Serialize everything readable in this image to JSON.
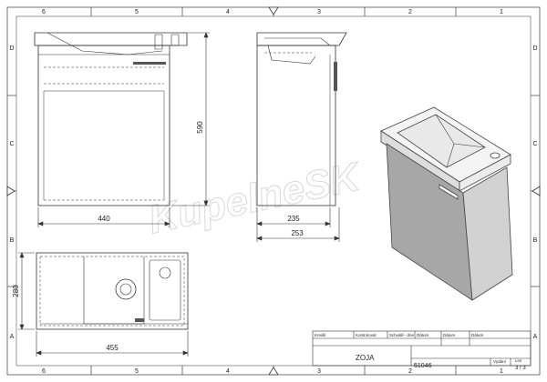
{
  "frame": {
    "top_zones": [
      "6",
      "5",
      "4",
      "3",
      "2",
      "1"
    ],
    "bottom_zones": [
      "6",
      "5",
      "4",
      "3",
      "2",
      "1"
    ],
    "left_zones": [
      "D",
      "C",
      "B",
      "A"
    ],
    "right_zones": [
      "D",
      "C",
      "B",
      "A"
    ]
  },
  "dimensions": {
    "front_width": "440",
    "front_height": "590",
    "side_depth": "235",
    "side_total": "253",
    "top_width": "455",
    "top_depth": "280"
  },
  "watermark": "KupelneSK",
  "title_block": {
    "h_kreslil": "Kreslil",
    "h_kontroloval": "Kontroloval",
    "h_schvalil": "Schválil - dne",
    "h_datum1": "Dátum",
    "h_datum2": "Dátum",
    "h_datum3": "Dátum",
    "name": "ZOJA",
    "number": "51046",
    "h_vydanie": "Vydání",
    "h_list": "List",
    "sheet": "3 / 3"
  },
  "colors": {
    "line": "#333333",
    "door": "#a7a7a7",
    "door_side": "#d2d2d2",
    "basin": "#e9e9e9"
  }
}
